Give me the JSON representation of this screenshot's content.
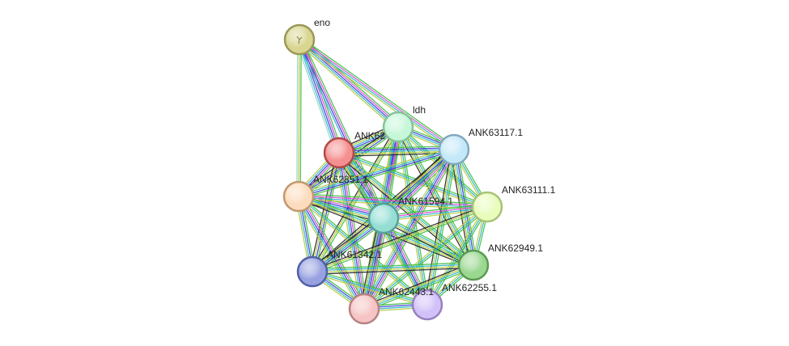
{
  "nodes": [
    {
      "id": "eno",
      "label": "eno",
      "color": "#d8d690",
      "border": "#9a9858"
    },
    {
      "id": "ldh",
      "label": "ldh",
      "color": "#c6f7d8",
      "border": "#86c29a"
    },
    {
      "id": "ANK62",
      "label": "ANK62",
      "color": "#f59090",
      "border": "#b04848"
    },
    {
      "id": "ANK63117.1",
      "label": "ANK63117.1",
      "color": "#c4e8f8",
      "border": "#82a8c0"
    },
    {
      "id": "ANK62851.1",
      "label": "ANK62851.1",
      "color": "#fcdcbc",
      "border": "#c29870"
    },
    {
      "id": "ANK61594.1",
      "label": "ANK61594.1",
      "color": "#94ded4",
      "border": "#56a298"
    },
    {
      "id": "ANK63111.1",
      "label": "ANK63111.1",
      "color": "#e8fcbc",
      "border": "#a8c278"
    },
    {
      "id": "ANK61342.1",
      "label": "ANK61342.1",
      "color": "#98a2e0",
      "border": "#5260a8"
    },
    {
      "id": "ANK62949.1",
      "label": "ANK62949.1",
      "color": "#9ad890",
      "border": "#5a9a52"
    },
    {
      "id": "ANK62443.1",
      "label": "ANK62443.1",
      "color": "#f6c4c4",
      "border": "#b88282"
    },
    {
      "id": "ANK62255.1",
      "label": "ANK62255.1",
      "color": "#d2c0f8",
      "border": "#9682c0"
    }
  ],
  "edge_colors": [
    "#3fbf3f",
    "#d64fd6",
    "#3a3ad8",
    "#2ab4c8",
    "#b8c83c",
    "#222222",
    "#9ad4c8"
  ],
  "edges": [
    {
      "source": "eno",
      "target": "ANK62",
      "types": [
        0,
        1,
        2,
        3,
        6
      ]
    },
    {
      "source": "eno",
      "target": "ANK62851.1",
      "types": [
        0,
        4,
        6
      ]
    },
    {
      "source": "eno",
      "target": "ANK61594.1",
      "types": [
        0,
        1,
        2,
        3
      ]
    },
    {
      "source": "eno",
      "target": "ldh",
      "types": [
        0,
        1,
        2,
        3,
        4
      ]
    },
    {
      "source": "eno",
      "target": "ANK63117.1",
      "types": [
        0,
        1,
        3,
        4
      ]
    },
    {
      "source": "ldh",
      "target": "ANK62",
      "types": [
        0,
        2,
        3,
        4,
        5
      ]
    },
    {
      "source": "ldh",
      "target": "ANK63117.1",
      "types": [
        0,
        2,
        3,
        4
      ]
    },
    {
      "source": "ldh",
      "target": "ANK62851.1",
      "types": [
        0,
        2,
        4,
        5
      ]
    },
    {
      "source": "ldh",
      "target": "ANK61594.1",
      "types": [
        0,
        1,
        2,
        3,
        4
      ]
    },
    {
      "source": "ldh",
      "target": "ANK63111.1",
      "types": [
        0,
        3,
        4
      ]
    },
    {
      "source": "ldh",
      "target": "ANK61342.1",
      "types": [
        0,
        4,
        5
      ]
    },
    {
      "source": "ldh",
      "target": "ANK62949.1",
      "types": [
        0,
        3,
        4,
        5
      ]
    },
    {
      "source": "ldh",
      "target": "ANK62443.1",
      "types": [
        0,
        1,
        2,
        3,
        4
      ]
    },
    {
      "source": "ldh",
      "target": "ANK62255.1",
      "types": [
        0,
        3,
        4
      ]
    },
    {
      "source": "ANK62",
      "target": "ANK63117.1",
      "types": [
        0,
        2,
        3,
        4,
        5
      ]
    },
    {
      "source": "ANK62",
      "target": "ANK62851.1",
      "types": [
        0,
        1,
        2,
        3,
        4
      ]
    },
    {
      "source": "ANK62",
      "target": "ANK61594.1",
      "types": [
        0,
        1,
        2,
        3,
        4,
        5
      ]
    },
    {
      "source": "ANK62",
      "target": "ANK63111.1",
      "types": [
        0,
        3,
        4
      ]
    },
    {
      "source": "ANK62",
      "target": "ANK61342.1",
      "types": [
        0,
        2,
        4,
        5
      ]
    },
    {
      "source": "ANK62",
      "target": "ANK62949.1",
      "types": [
        0,
        3,
        4,
        5
      ]
    },
    {
      "source": "ANK62",
      "target": "ANK62443.1",
      "types": [
        0,
        1,
        2,
        3,
        4
      ]
    },
    {
      "source": "ANK62",
      "target": "ANK62255.1",
      "types": [
        0,
        3,
        4
      ]
    },
    {
      "source": "ANK63117.1",
      "target": "ANK62851.1",
      "types": [
        0,
        2,
        3,
        4
      ]
    },
    {
      "source": "ANK63117.1",
      "target": "ANK61594.1",
      "types": [
        0,
        1,
        2,
        3,
        4,
        5
      ]
    },
    {
      "source": "ANK63117.1",
      "target": "ANK63111.1",
      "types": [
        0,
        3,
        4
      ]
    },
    {
      "source": "ANK63117.1",
      "target": "ANK61342.1",
      "types": [
        0,
        2,
        4,
        5
      ]
    },
    {
      "source": "ANK63117.1",
      "target": "ANK62949.1",
      "types": [
        0,
        2,
        3,
        4,
        5
      ]
    },
    {
      "source": "ANK63117.1",
      "target": "ANK62443.1",
      "types": [
        0,
        1,
        2,
        3,
        4
      ]
    },
    {
      "source": "ANK63117.1",
      "target": "ANK62255.1",
      "types": [
        0,
        3,
        4,
        5
      ]
    },
    {
      "source": "ANK62851.1",
      "target": "ANK61594.1",
      "types": [
        0,
        1,
        2,
        3,
        4,
        5
      ]
    },
    {
      "source": "ANK62851.1",
      "target": "ANK63111.1",
      "types": [
        0,
        1,
        3,
        4
      ]
    },
    {
      "source": "ANK62851.1",
      "target": "ANK61342.1",
      "types": [
        0,
        2,
        3,
        4
      ]
    },
    {
      "source": "ANK62851.1",
      "target": "ANK62949.1",
      "types": [
        0,
        3,
        4,
        5
      ]
    },
    {
      "source": "ANK62851.1",
      "target": "ANK62443.1",
      "types": [
        0,
        1,
        2,
        3,
        4
      ]
    },
    {
      "source": "ANK62851.1",
      "target": "ANK62255.1",
      "types": [
        0,
        3,
        4
      ]
    },
    {
      "source": "ANK61594.1",
      "target": "ANK63111.1",
      "types": [
        0,
        1,
        3,
        4
      ]
    },
    {
      "source": "ANK61594.1",
      "target": "ANK61342.1",
      "types": [
        0,
        2,
        3,
        4,
        5
      ]
    },
    {
      "source": "ANK61594.1",
      "target": "ANK62949.1",
      "types": [
        0,
        3,
        4,
        5
      ]
    },
    {
      "source": "ANK61594.1",
      "target": "ANK62443.1",
      "types": [
        0,
        1,
        2,
        3,
        4,
        5
      ]
    },
    {
      "source": "ANK61594.1",
      "target": "ANK62255.1",
      "types": [
        0,
        1,
        2,
        3,
        4
      ]
    },
    {
      "source": "ANK63111.1",
      "target": "ANK61342.1",
      "types": [
        0,
        4,
        5
      ]
    },
    {
      "source": "ANK63111.1",
      "target": "ANK62949.1",
      "types": [
        0,
        3,
        4
      ]
    },
    {
      "source": "ANK63111.1",
      "target": "ANK62443.1",
      "types": [
        0,
        3,
        4
      ]
    },
    {
      "source": "ANK63111.1",
      "target": "ANK62255.1",
      "types": [
        0,
        3,
        4
      ]
    },
    {
      "source": "ANK61342.1",
      "target": "ANK62949.1",
      "types": [
        0,
        3,
        4,
        5
      ]
    },
    {
      "source": "ANK61342.1",
      "target": "ANK62443.1",
      "types": [
        0,
        2,
        3,
        4
      ]
    },
    {
      "source": "ANK61342.1",
      "target": "ANK62255.1",
      "types": [
        0,
        3,
        4
      ]
    },
    {
      "source": "ANK62949.1",
      "target": "ANK62443.1",
      "types": [
        0,
        3,
        4,
        5
      ]
    },
    {
      "source": "ANK62949.1",
      "target": "ANK62255.1",
      "types": [
        0,
        3,
        4
      ]
    },
    {
      "source": "ANK62443.1",
      "target": "ANK62255.1",
      "types": [
        0,
        2,
        3,
        4
      ]
    }
  ]
}
